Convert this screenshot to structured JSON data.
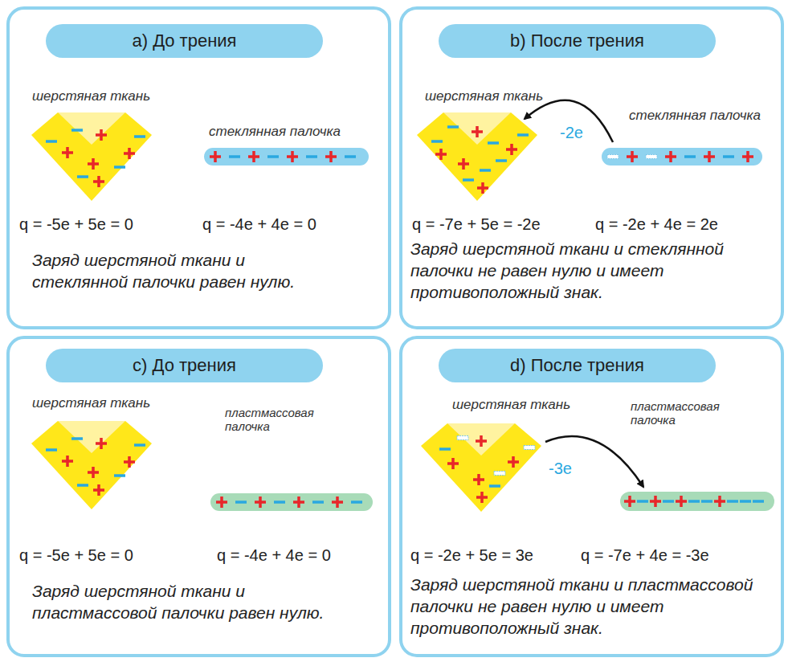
{
  "diagram": {
    "nodes": [
      {
        "text": [
          "Заряд шерстяной ткани и стеклянной палочки равен нулю."
        ]
      },
      {
        "text": [
          "a) До трения"
        ],
        "in": 0
      },
      {
        "text": [
          "Заряд шерстяной ткани и стеклянной палочки не равен нулю и имеет противоположный знак."
        ]
      },
      {
        "text": [
          "b) После трения"
        ],
        "in": 2
      },
      {
        "text": [
          "Заряд шерстяной ткани и пластмассовой палочки равен нулю."
        ]
      },
      {
        "text": [
          "c) До трения"
        ],
        "in": 4
      },
      {
        "text": [
          "Заряд шерстяной ткани и пластмассовой палочки не равен нулю и имеет противоположный знак."
        ]
      },
      {
        "text": [
          "d) После трения"
        ],
        "in": 6
      }
    ],
    "labels": [
      "шерстяная ткань",
      "стеклянная палочка",
      "q = -5e + 5e = 0",
      "q = -4e + 4e = 0",
      "шерстяная ткань",
      "-2e",
      "стеклянная палочка",
      "q = -7e + 5e = -2e",
      "q = -2e + 4e = 2e",
      "шерстяная ткань",
      "пластмассовая палочка",
      "q = -5e + 5e = 0",
      "q = -4e + 4e = 0",
      "шерстяная ткань",
      "-3e",
      "пластмассовая палочка",
      "q = -2e + 5e = 3e",
      "q = -7e + 4e = -3e"
    ]
  }
}
